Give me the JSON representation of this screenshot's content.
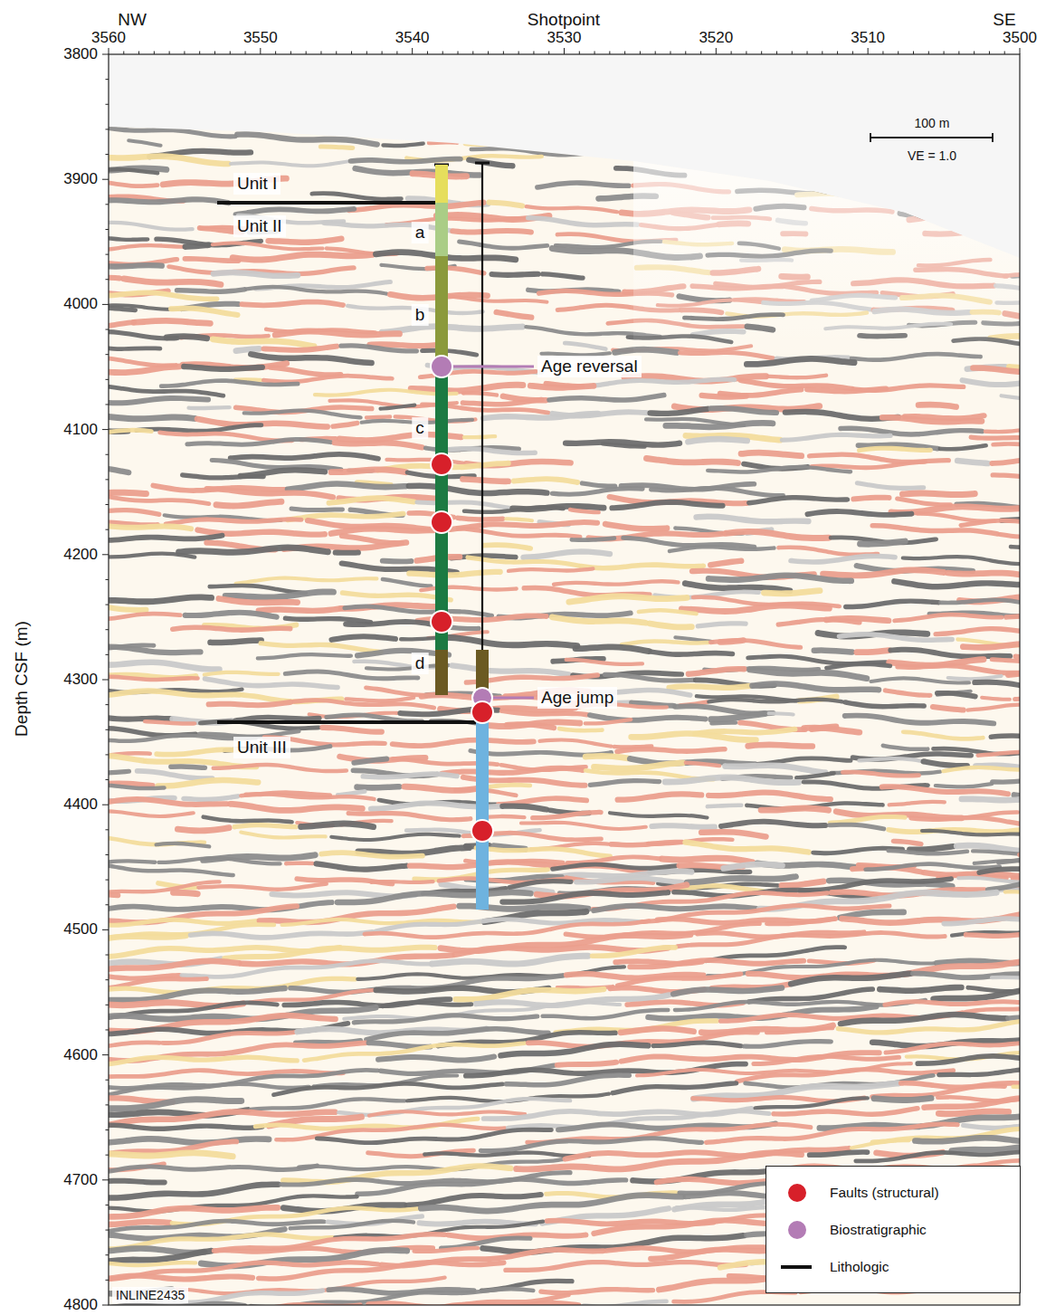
{
  "diagram": {
    "labels": [
      "NW",
      "Shotpoint",
      "SE",
      "3560",
      "3550",
      "3540",
      "3530",
      "3520",
      "3510",
      "3500",
      "3800",
      "3900",
      "4000",
      "4100",
      "4200",
      "4300",
      "4400",
      "4500",
      "4600",
      "4700",
      "4800",
      "Depth CSF (m)",
      "100 m",
      "VE = 1.0",
      "Unit I",
      "Unit II",
      "a",
      "b",
      "c",
      "d",
      "Age reversal",
      "Age jump",
      "Unit III",
      "INLINE2435"
    ],
    "legend": [
      {
        "text": "Faults (structural)",
        "color": "#d7202a"
      },
      {
        "text": "Biostratigraphic",
        "color": "#b37cb5"
      },
      {
        "text": "Lithologic"
      }
    ]
  }
}
